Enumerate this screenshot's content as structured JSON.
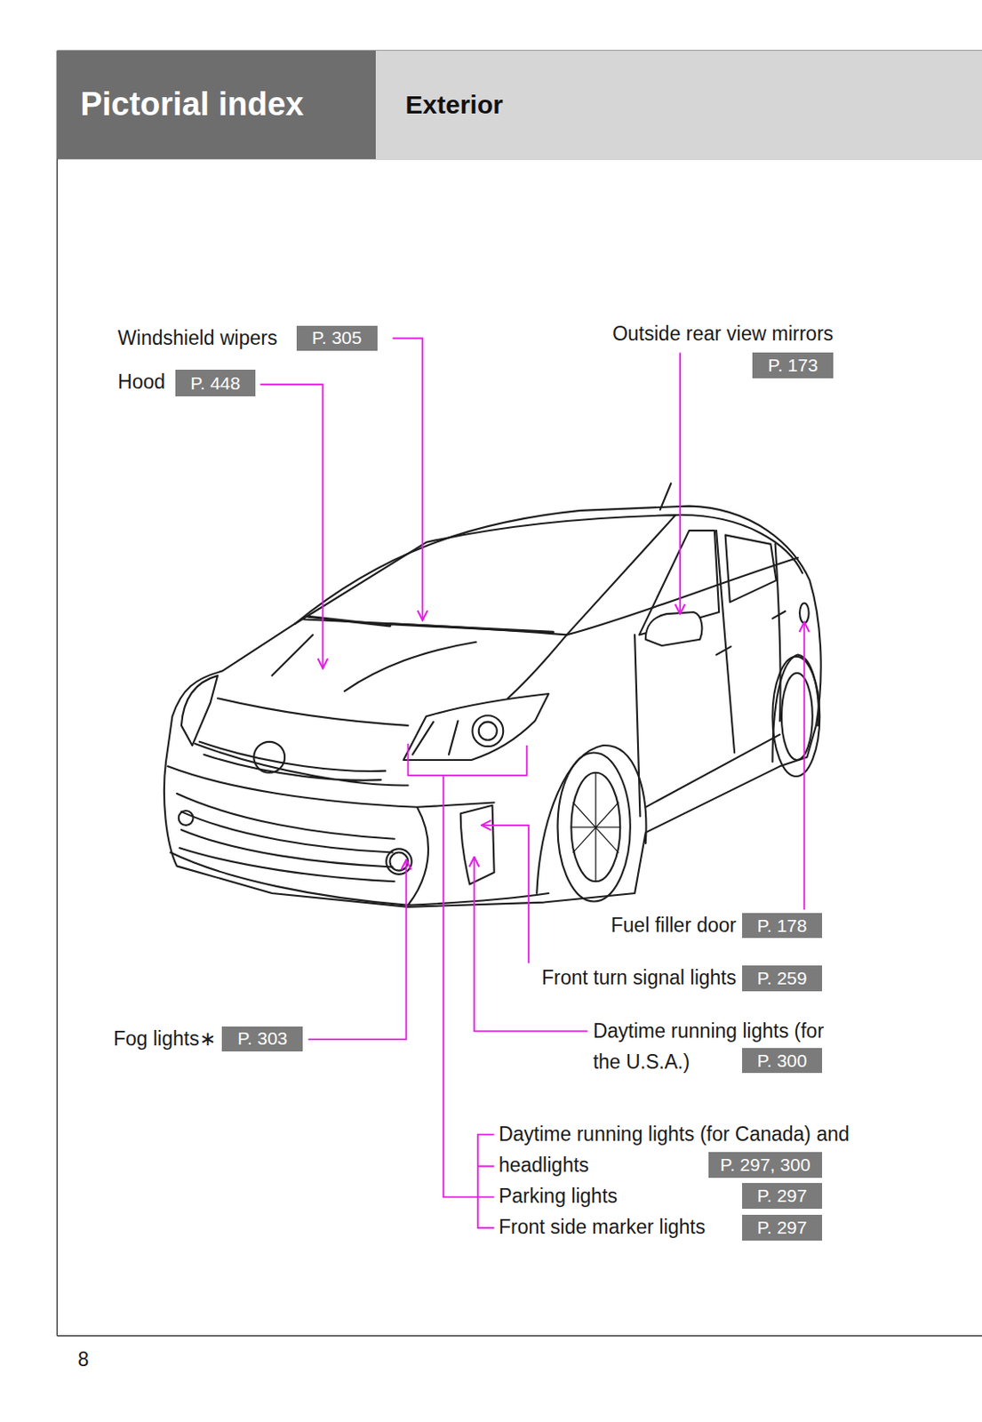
{
  "diagram": {
    "nodes": [
      {
        "text": [
          "Pictorial index"
        ]
      },
      {
        "text": [
          "Exterior"
        ]
      },
      {
        "text": [
          "P. 305"
        ]
      },
      {
        "text": [
          "P. 173"
        ]
      },
      {
        "text": [
          "P. 448"
        ]
      },
      {
        "text": [
          "P. 178"
        ]
      },
      {
        "text": [
          "P. 259"
        ]
      },
      {
        "text": [
          "P. 303"
        ]
      },
      {
        "text": [
          "P. 300"
        ]
      },
      {
        "text": [
          "P. 297, 300"
        ]
      },
      {
        "text": [
          "P. 297"
        ]
      },
      {
        "text": [
          "P. 297"
        ]
      }
    ],
    "labels": [
      "Windshield wipers",
      "Outside rear view mirrors",
      "Hood",
      "Fuel filler door",
      "Front turn signal lights",
      "Fog lights∗",
      "Daytime running lights (for the U.S.A.)",
      "Daytime running lights (for Canada) and headlights",
      "Parking lights",
      "Front side marker lights",
      "8"
    ]
  }
}
